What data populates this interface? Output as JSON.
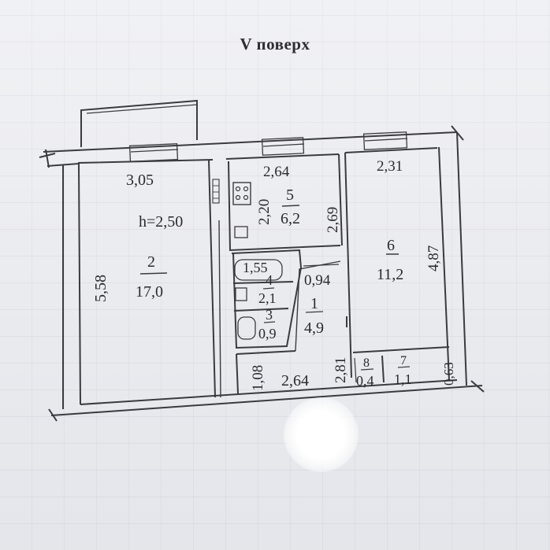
{
  "heading": "V поверх",
  "labels": {
    "width_2": "3,05",
    "height_label": "h=2,50",
    "room_2_num": "2",
    "room_2_area": "17,0",
    "len_2": "5,58",
    "width_5": "2,64",
    "len_5": "2,20",
    "room_5_num": "5",
    "room_5_area": "6,2",
    "len_5b": "2,69",
    "width_6": "2,31",
    "room_6_num": "6",
    "room_6_area": "11,2",
    "len_6": "4,87",
    "width_4": "1,55",
    "room_4_num": "4",
    "room_4_area": "2,1",
    "room_3_num": "3",
    "room_3_area": "0,9",
    "width_1": "0,94",
    "room_1_num": "1",
    "room_1_area": "4,9",
    "len_corr": "1,08",
    "width_corr": "2,64",
    "len_1": "2,81",
    "room_8_num": "8",
    "room_8_area": "0,4",
    "room_7_num": "7",
    "room_7_area": "1,1",
    "len_7": "0,63"
  }
}
